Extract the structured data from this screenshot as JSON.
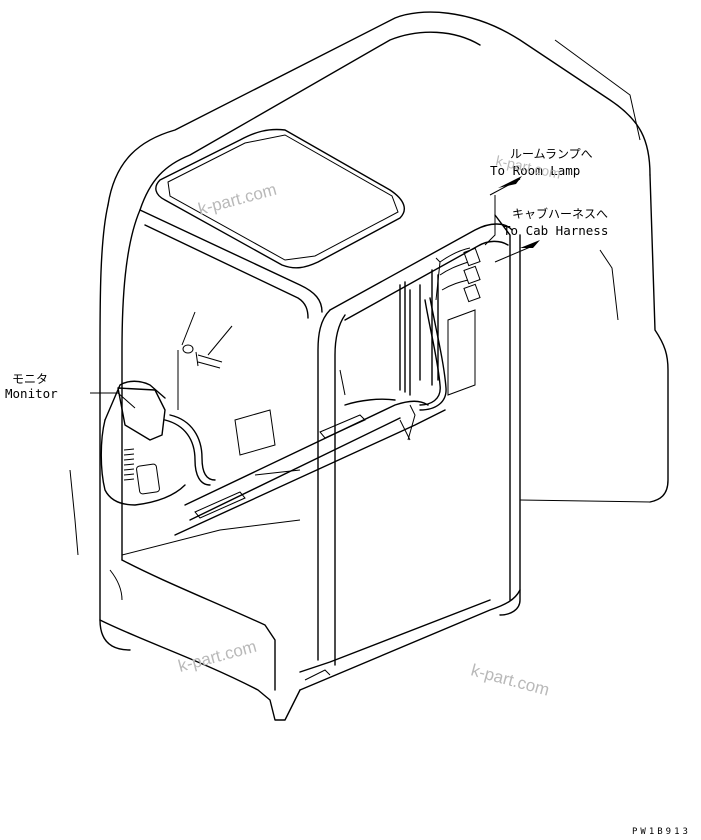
{
  "labels": {
    "monitor_jp": "モニタ",
    "monitor_en": "Monitor",
    "room_lamp_jp": "ルームランプへ",
    "room_lamp_en": "To Room Lamp",
    "cab_harness_jp": "キャブハーネスへ",
    "cab_harness_en": "To Cab Harness",
    "drawing_code": "PW1B913"
  },
  "watermarks": [
    "k-part.com",
    "k-part.com",
    "k-part.com",
    "k-part.com"
  ]
}
